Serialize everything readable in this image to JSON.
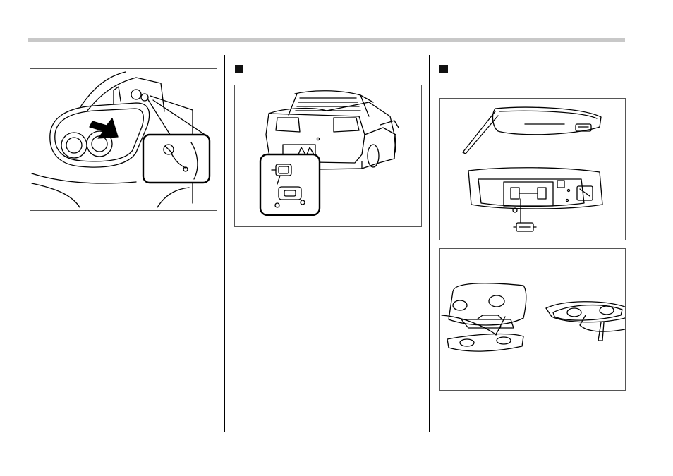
{
  "page": {
    "accent_bar_color": "#c8c8c8",
    "columns": [
      {
        "figures": [
          {
            "icon": "rear-combination-lamp-bulb-removal-illustration"
          }
        ]
      },
      {
        "section_heading": {
          "marker": "black-square",
          "text": ""
        },
        "figures": [
          {
            "icon": "license-plate-light-location-illustration"
          }
        ]
      },
      {
        "section_heading": {
          "marker": "black-square",
          "text": ""
        },
        "figures": [
          {
            "icon": "map-light-lens-removal-illustration"
          },
          {
            "icon": "spot-light-lens-removal-illustration"
          }
        ]
      }
    ]
  }
}
